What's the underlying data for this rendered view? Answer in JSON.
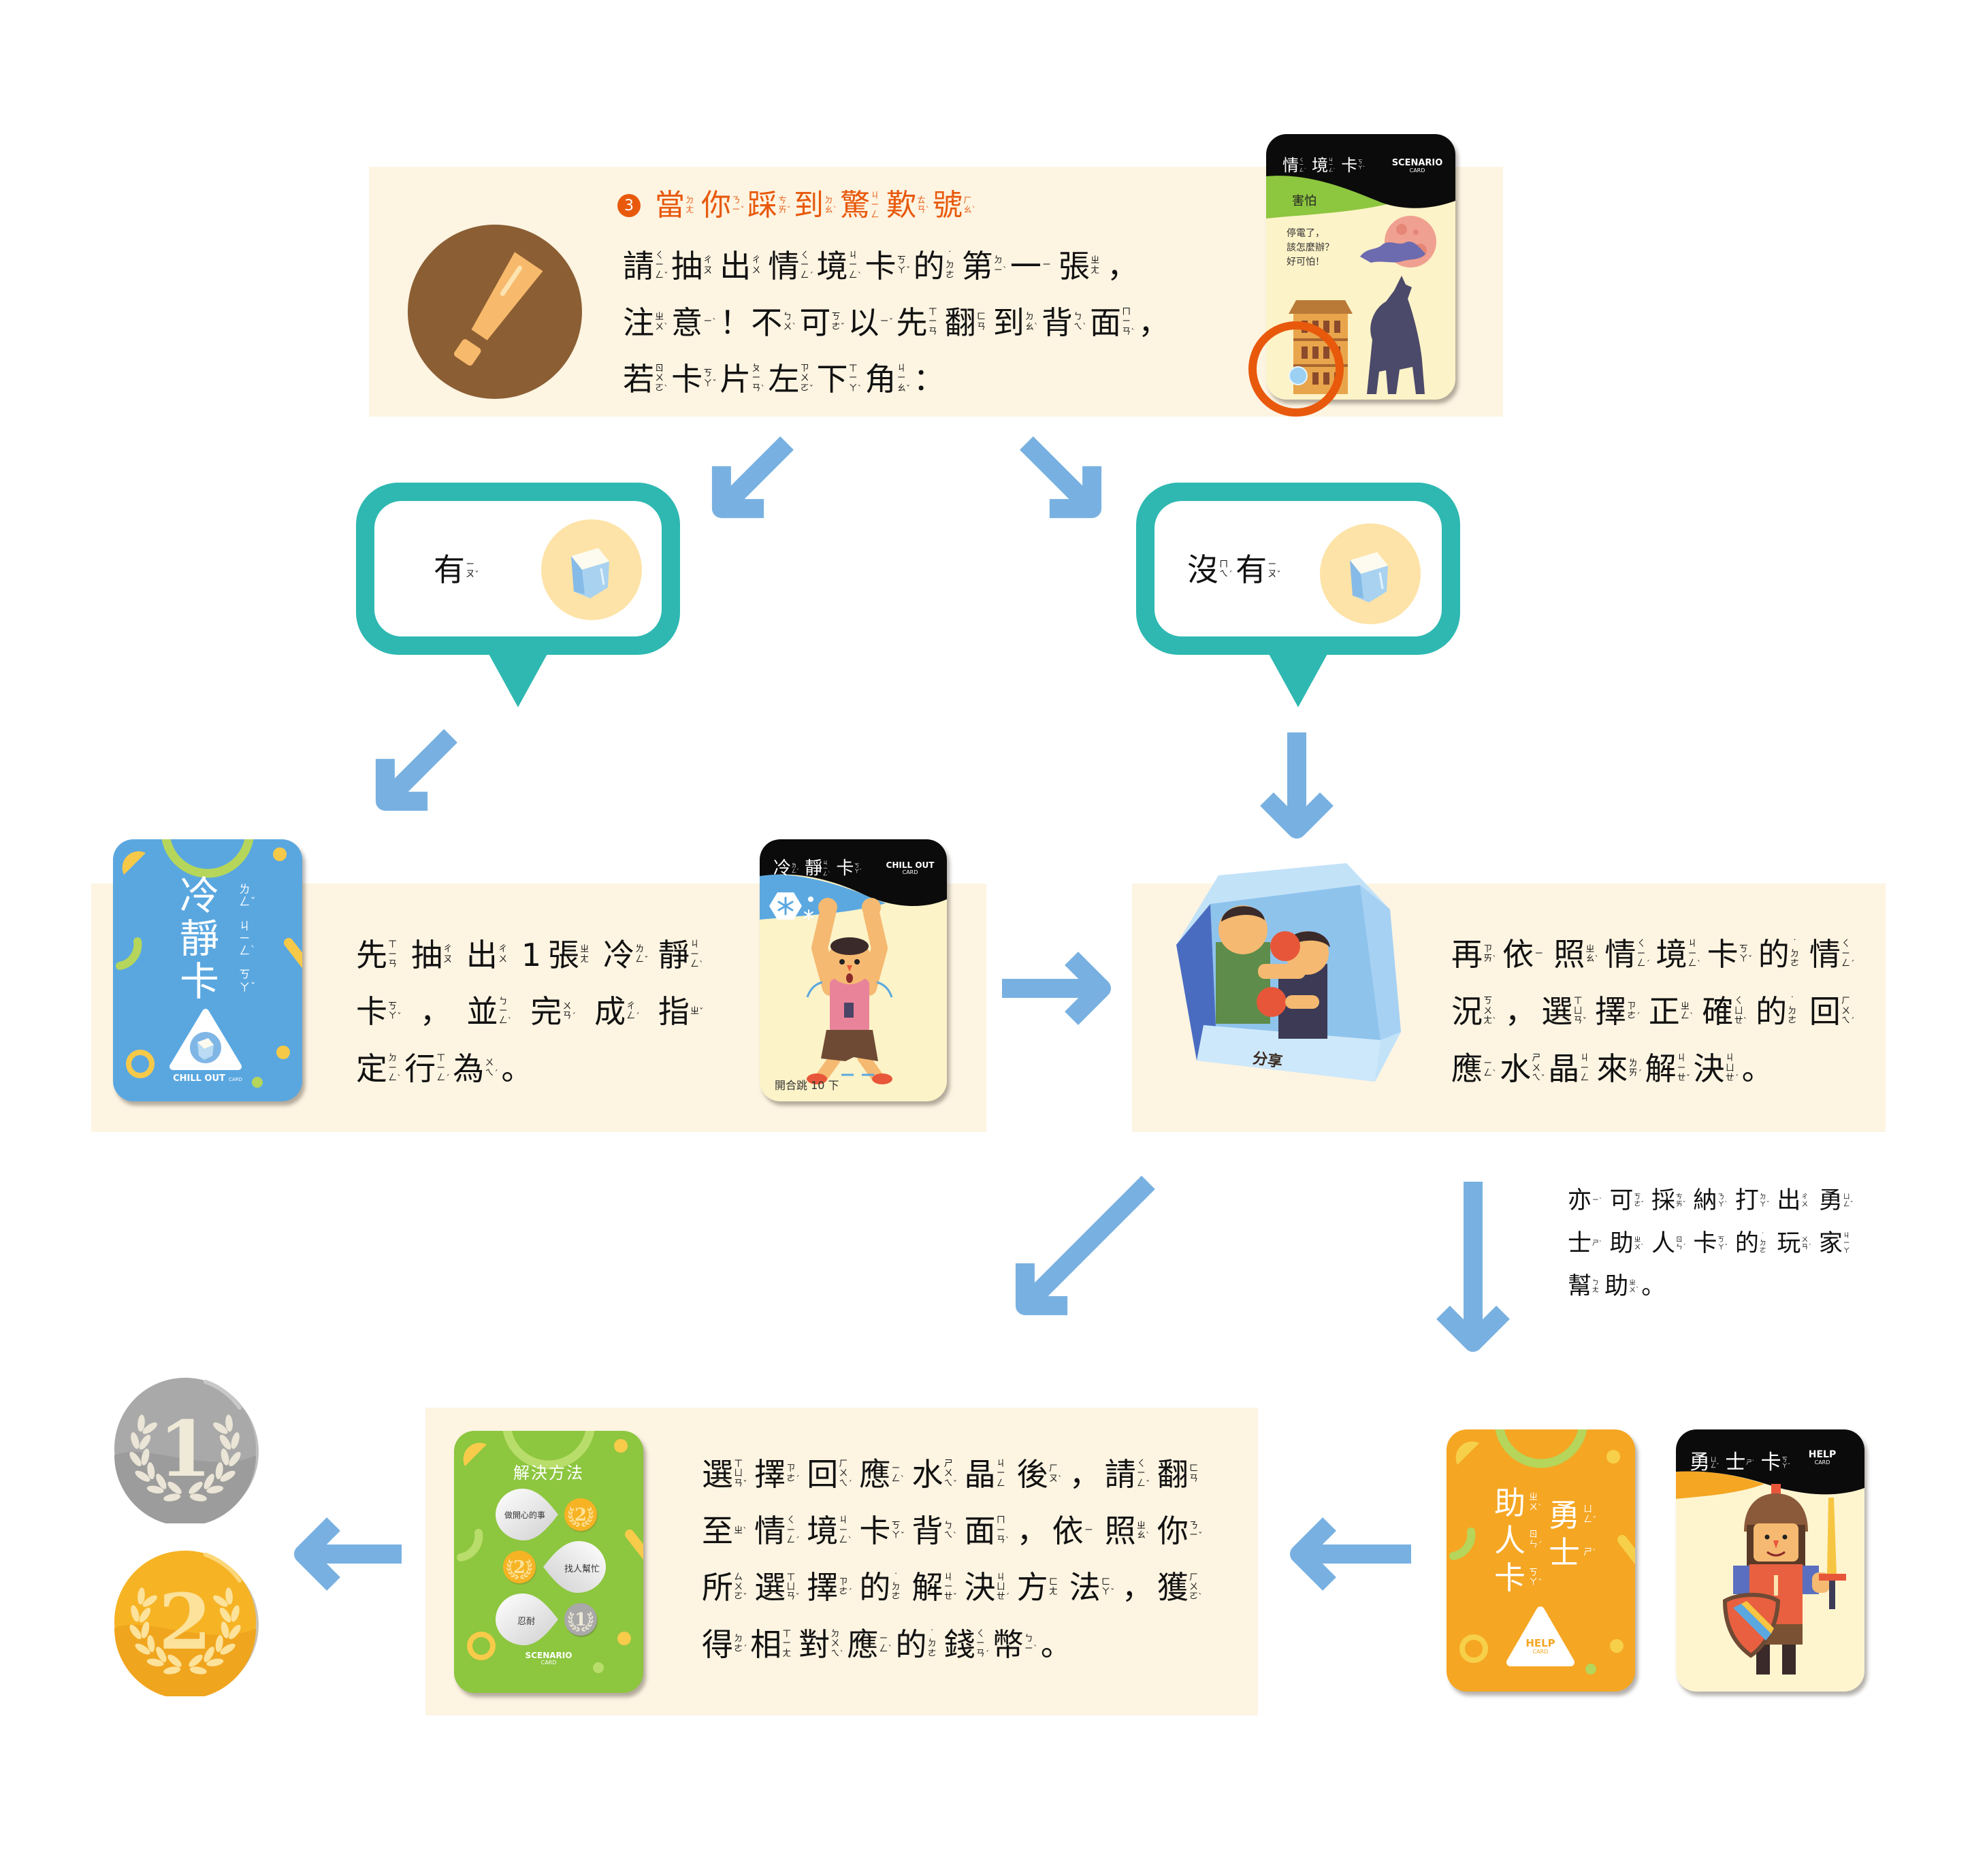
{
  "theme": {
    "panel_bg": "#FDF4E2",
    "accent_orange": "#E8590C",
    "bubble_teal": "#2EB8B1",
    "arrow_blue": "#78B1E1",
    "icon_brown": "#8B5E34"
  },
  "step_header": {
    "number": "3",
    "title": {
      "text": "當你踩到驚歎號",
      "zhuyin": [
        "ㄉㄤ",
        "ㄋㄧˇ",
        "ㄘㄞˇ",
        "ㄉㄠˋ",
        "ㄐㄧㄥ",
        "ㄊㄢˋ",
        "ㄏㄠˋ"
      ]
    }
  },
  "intro": {
    "icon": "exclamation-icon",
    "lines": [
      {
        "text": "請抽出情境卡的第一張，",
        "zhuyin": [
          "ㄑㄧㄥˇ",
          "ㄔㄡ",
          "ㄔㄨ",
          "ㄑㄧㄥˊ",
          "ㄐㄧㄥˋ",
          "ㄎㄚˇ",
          "˙ㄉㄜ",
          "ㄉㄧˋ",
          "ㄧ",
          "ㄓㄤ",
          ""
        ]
      },
      {
        "text": "注意！不可以先翻到背面，",
        "zhuyin": [
          "ㄓㄨˋ",
          "ㄧˋ",
          "",
          "ㄅㄨˋ",
          "ㄎㄜˇ",
          "ㄧˇ",
          "ㄒㄧㄢ",
          "ㄈㄢ",
          "ㄉㄠˋ",
          "ㄅㄟˋ",
          "ㄇㄧㄢˋ",
          ""
        ]
      },
      {
        "text": "若卡片左下角：",
        "zhuyin": [
          "ㄖㄨㄛˋ",
          "ㄎㄚˇ",
          "ㄆㄧㄢˋ",
          "ㄗㄨㄛˇ",
          "ㄒㄧㄚˋ",
          "ㄐㄧㄠˇ",
          ""
        ]
      }
    ]
  },
  "scenario_card": {
    "title": {
      "text": "情境卡",
      "zhuyin": [
        "ㄑㄧㄥˊ",
        "ㄐㄧㄥˋ",
        "ㄎㄚˇ"
      ]
    },
    "label_en": "SCENARIO",
    "label_en_sub": "CARD",
    "emotion": "害怕",
    "body_lines": [
      "停電了，",
      "該怎麼辦？",
      "好可怕！"
    ]
  },
  "branch_yes": {
    "label": {
      "text": "有",
      "zhuyin": [
        "ㄧㄡˇ"
      ]
    },
    "icon": "ice-crystal-icon"
  },
  "branch_no": {
    "label": {
      "text": "沒有",
      "zhuyin": [
        "ㄇㄟˊ",
        "ㄧㄡˇ"
      ]
    },
    "icon": "ice-crystal-icon"
  },
  "chill_step": {
    "card_back": {
      "title": {
        "text": "冷靜卡",
        "zhuyin": [
          "ㄌㄥˇ",
          "ㄐㄧㄥˋ",
          "ㄎㄚˇ"
        ]
      },
      "label_en": "CHILL OUT",
      "label_en_sub": "CARD"
    },
    "lines": [
      {
        "text": "先抽出1張冷靜",
        "zhuyin": [
          "ㄒㄧㄢ",
          "ㄔㄡ",
          "ㄔㄨ",
          "",
          "ㄓㄤ",
          "ㄌㄥˇ",
          "ㄐㄧㄥˋ"
        ]
      },
      {
        "text": "卡，並完成指",
        "zhuyin": [
          "ㄎㄚˇ",
          "",
          "ㄅㄧㄥˋ",
          "ㄨㄢˊ",
          "ㄔㄥˊ",
          "ㄓˇ"
        ]
      },
      {
        "text": "定行為。",
        "zhuyin": [
          "ㄉㄧㄥˋ",
          "ㄒㄧㄥˊ",
          "ㄨㄟˊ",
          ""
        ]
      }
    ],
    "card_front": {
      "title": {
        "text": "冷靜卡",
        "zhuyin": [
          "ㄌㄥˇ",
          "ㄐㄧㄥˋ",
          "ㄎㄚˇ"
        ]
      },
      "label_en": "CHILL OUT",
      "label_en_sub": "CARD",
      "action": "開合跳 10 下"
    }
  },
  "crystal_step": {
    "crystal_label": "分享",
    "lines": [
      {
        "text": "再依照情境卡的情",
        "zhuyin": [
          "ㄗㄞˋ",
          "ㄧ",
          "ㄓㄠˋ",
          "ㄑㄧㄥˊ",
          "ㄐㄧㄥˋ",
          "ㄎㄚˇ",
          "˙ㄉㄜ",
          "ㄑㄧㄥˊ"
        ]
      },
      {
        "text": "況，選擇正確的回",
        "zhuyin": [
          "ㄎㄨㄤˋ",
          "",
          "ㄒㄩㄢˇ",
          "ㄗㄜˊ",
          "ㄓㄥˋ",
          "ㄑㄩㄝˋ",
          "˙ㄉㄜ",
          "ㄏㄨㄟˊ"
        ]
      },
      {
        "text": "應水晶來解決。",
        "zhuyin": [
          "ㄧㄥˋ",
          "ㄕㄨㄟˇ",
          "ㄐㄧㄥ",
          "ㄌㄞˊ",
          "ㄐㄧㄝˇ",
          "ㄐㄩㄝˊ",
          ""
        ]
      }
    ]
  },
  "help_note": {
    "lines": [
      {
        "text": "亦可採納打出勇",
        "zhuyin": [
          "ㄧˋ",
          "ㄎㄜˇ",
          "ㄘㄞˇ",
          "ㄋㄚˋ",
          "ㄉㄚˇ",
          "ㄔㄨ",
          "ㄩㄥˇ"
        ]
      },
      {
        "text": "士助人卡的玩家",
        "zhuyin": [
          "ㄕˋ",
          "ㄓㄨˋ",
          "ㄖㄣˊ",
          "ㄎㄚˇ",
          "˙ㄉㄜ",
          "ㄨㄢˊ",
          "ㄐㄧㄚ"
        ]
      },
      {
        "text": "幫助。",
        "zhuyin": [
          "ㄅㄤ",
          "ㄓㄨˋ",
          ""
        ]
      }
    ]
  },
  "reward_step": {
    "solution_card": {
      "title": "解決方法",
      "options": [
        {
          "label": "做開心的事",
          "coin": "2"
        },
        {
          "label": "找人幫忙",
          "coin": "2"
        },
        {
          "label": "忍耐",
          "coin": "1"
        }
      ],
      "label_en": "SCENARIO",
      "label_en_sub": "CARD"
    },
    "lines": [
      {
        "text": "選擇回應水晶後，請翻",
        "zhuyin": [
          "ㄒㄩㄢˇ",
          "ㄗㄜˊ",
          "ㄏㄨㄟˊ",
          "ㄧㄥˋ",
          "ㄕㄨㄟˇ",
          "ㄐㄧㄥ",
          "ㄏㄡˋ",
          "",
          "ㄑㄧㄥˇ",
          "ㄈㄢ"
        ]
      },
      {
        "text": "至情境卡背面，依照你",
        "zhuyin": [
          "ㄓˋ",
          "ㄑㄧㄥˊ",
          "ㄐㄧㄥˋ",
          "ㄎㄚˇ",
          "ㄅㄟˋ",
          "ㄇㄧㄢˋ",
          "",
          "ㄧ",
          "ㄓㄠˋ",
          "ㄋㄧˇ"
        ]
      },
      {
        "text": "所選擇的解決方法，獲",
        "zhuyin": [
          "ㄙㄨㄛˇ",
          "ㄒㄩㄢˇ",
          "ㄗㄜˊ",
          "˙ㄉㄜ",
          "ㄐㄧㄝˇ",
          "ㄐㄩㄝˊ",
          "ㄈㄤ",
          "ㄈㄚˇ",
          "",
          "ㄏㄨㄛˋ"
        ]
      },
      {
        "text": "得相對應的錢幣。",
        "zhuyin": [
          "ㄉㄜˊ",
          "ㄒㄧㄤ",
          "ㄉㄨㄟˋ",
          "ㄧㄥˋ",
          "˙ㄉㄜ",
          "ㄑㄧㄢˊ",
          "ㄅㄧˋ",
          ""
        ]
      }
    ]
  },
  "help_cards": {
    "back": {
      "column_right": {
        "text": "勇士",
        "zhuyin": [
          "ㄩㄥˇ",
          "ㄕˋ"
        ]
      },
      "column_left": {
        "text": "助人卡",
        "zhuyin": [
          "ㄓㄨˋ",
          "ㄖㄣˊ",
          "ㄎㄚˇ"
        ]
      },
      "label_en": "HELP",
      "label_en_sub": "CARD"
    },
    "front": {
      "title": {
        "text": "勇士卡",
        "zhuyin": [
          "ㄩㄥˇ",
          "ㄕˋ",
          "ㄎㄚˇ"
        ]
      },
      "label_en": "HELP",
      "label_en_sub": "CARD"
    }
  },
  "coins": [
    {
      "value": "1",
      "type": "silver"
    },
    {
      "value": "2",
      "type": "gold"
    }
  ]
}
